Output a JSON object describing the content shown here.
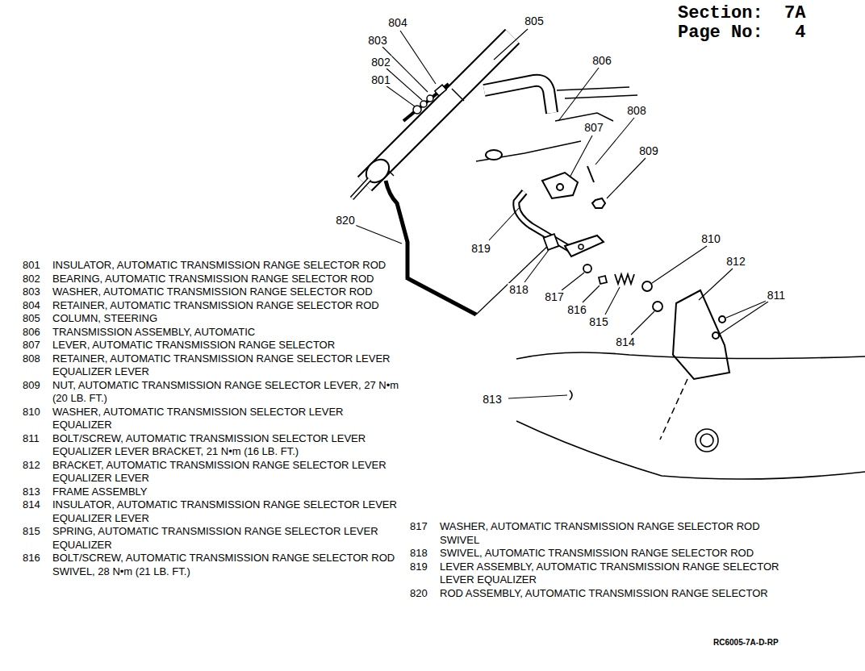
{
  "diagram": {
    "labels": [
      "Section:  7A",
      "Page No:   4",
      "804",
      "803",
      "802",
      "801",
      "805",
      "806",
      "807",
      "808",
      "809",
      "810",
      "812",
      "811",
      "819",
      "820",
      "818",
      "817",
      "816",
      "815",
      "814",
      "813",
      "801",
      "INSULATOR, AUTOMATIC TRANSMISSION RANGE SELECTOR ROD",
      "802",
      "BEARING, AUTOMATIC TRANSMISSION RANGE SELECTOR ROD",
      "803",
      "WASHER, AUTOMATIC TRANSMISSION RANGE SELECTOR ROD",
      "804",
      "RETAINER, AUTOMATIC TRANSMISSION RANGE SELECTOR ROD",
      "805",
      "COLUMN, STEERING",
      "806",
      "TRANSMISSION ASSEMBLY, AUTOMATIC",
      "807",
      "LEVER, AUTOMATIC TRANSMISSION RANGE SELECTOR",
      "808",
      "RETAINER, AUTOMATIC TRANSMISSION RANGE SELECTOR LEVER EQUALIZER LEVER",
      "809",
      "NUT, AUTOMATIC TRANSMISSION RANGE SELECTOR LEVER, 27 N•m (20 LB. FT.)",
      "810",
      "WASHER, AUTOMATIC TRANSMISSION SELECTOR LEVER EQUALIZER",
      "811",
      "BOLT/SCREW, AUTOMATIC TRANSMISSION SELECTOR LEVER EQUALIZER LEVER BRACKET, 21 N•m (16 LB. FT.)",
      "812",
      "BRACKET, AUTOMATIC TRANSMISSION RANGE SELECTOR LEVER EQUALIZER LEVER",
      "813",
      "FRAME ASSEMBLY",
      "814",
      "INSULATOR, AUTOMATIC TRANSMISSION RANGE SELECTOR LEVER EQUALIZER LEVER",
      "815",
      "SPRING, AUTOMATIC TRANSMISSION RANGE SELECTOR LEVER EQUALIZER",
      "816",
      "BOLT/SCREW, AUTOMATIC TRANSMISSION RANGE SELECTOR ROD SWIVEL, 28 N•m (21 LB. FT.)",
      "817",
      "WASHER, AUTOMATIC TRANSMISSION RANGE SELECTOR ROD SWIVEL",
      "818",
      "SWIVEL, AUTOMATIC TRANSMISSION RANGE SELECTOR ROD",
      "819",
      "LEVER ASSEMBLY, AUTOMATIC TRANSMISSION RANGE SELECTOR LEVER EQUALIZER",
      "820",
      "ROD ASSEMBLY, AUTOMATIC TRANSMISSION RANGE SELECTOR",
      "RC6005-7A-D-RP"
    ]
  }
}
